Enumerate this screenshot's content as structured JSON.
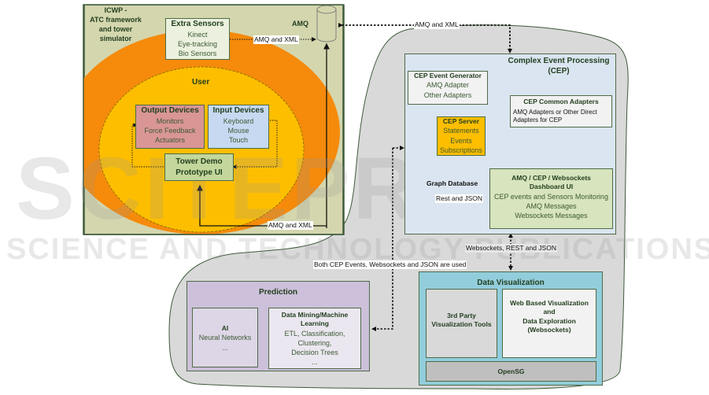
{
  "icwp": {
    "title_lines": [
      "ICWP -",
      "ATC framework",
      "and tower",
      "simulator"
    ]
  },
  "extra_sensors": {
    "title": "Extra Sensors",
    "items": [
      "Kinect",
      "Eye-tracking",
      "Bio Sensors"
    ]
  },
  "amq": {
    "label": "AMQ"
  },
  "user": {
    "label": "User"
  },
  "output_devices": {
    "title": "Output Devices",
    "items": [
      "Monitors",
      "Force Feedback",
      "Actuators"
    ]
  },
  "input_devices": {
    "title": "Input Devices",
    "items": [
      "Keyboard",
      "Mouse",
      "Touch"
    ]
  },
  "tower_demo": {
    "title_lines": [
      "Tower Demo",
      "Prototype UI"
    ]
  },
  "cep": {
    "title_lines": [
      "Complex Event Processing",
      "(CEP)"
    ],
    "event_generator": {
      "title": "CEP Event Generator",
      "items": [
        "AMQ Adapter",
        "Other Adapters"
      ]
    },
    "common_adapters": {
      "title": "CEP Common Adapters",
      "text_lines": [
        "AMQ Adapters or Other Direct",
        "Adapters for CEP"
      ]
    },
    "server": {
      "title": "CEP Server",
      "items": [
        "Statements",
        "Events",
        "Subscriptions"
      ]
    },
    "graph_db": {
      "label": "Graph Database"
    },
    "dashboard": {
      "title_lines": [
        "AMQ / CEP / Websockets",
        "Dashboard UI"
      ],
      "items": [
        "CEP events and Sensors Monitoring",
        "AMQ Messages",
        "Websockets Messages"
      ]
    }
  },
  "prediction": {
    "title": "Prediction",
    "ai": {
      "title": "AI",
      "items": [
        "Neural Networks",
        "..."
      ]
    },
    "data_mining": {
      "title_lines": [
        "Data Mining/Machine",
        "Learning"
      ],
      "items": [
        "ETL, Classification,",
        "Clustering,",
        "Decision Trees",
        "..."
      ]
    }
  },
  "data_visualization": {
    "title": "Data Visualization",
    "third_party": {
      "lines": [
        "3rd Party",
        "Visualization Tools"
      ]
    },
    "web_based": {
      "lines": [
        "Web Based Visualization",
        "and",
        "Data Exploration",
        "(Websockets)"
      ]
    },
    "opensg": {
      "label": "OpenSG"
    }
  },
  "connectors": {
    "sensors_to_amq": "AMQ and XML",
    "amq_to_cep": "AMQ and XML",
    "amq_to_tower": "AMQ and XML",
    "rest_json": "Rest and JSON",
    "websockets_rest_json": "Websockets, REST and JSON",
    "both_cep": "Both CEP Events, Websockets and JSON are used"
  },
  "watermark": {
    "logo": "SCITEPRESS",
    "tagline": "SCIENCE AND TECHNOLOGY PUBLICATIONS"
  },
  "colors": {
    "icwp_bg": "#d4d6ae",
    "orange_ring": "#f58a0b",
    "user_yellow": "#fdbe00",
    "output_red": "#d99694",
    "input_blue": "#c6d9f1",
    "tower_green": "#c3d69b",
    "cep_bg": "#dbe5f1",
    "cep_server": "#fdbe00",
    "dashboard_green": "#d7e4bd",
    "prediction_purple": "#ccc0da",
    "dataviz_teal": "#92cddc",
    "cloud_gray": "#d9d9d9"
  }
}
